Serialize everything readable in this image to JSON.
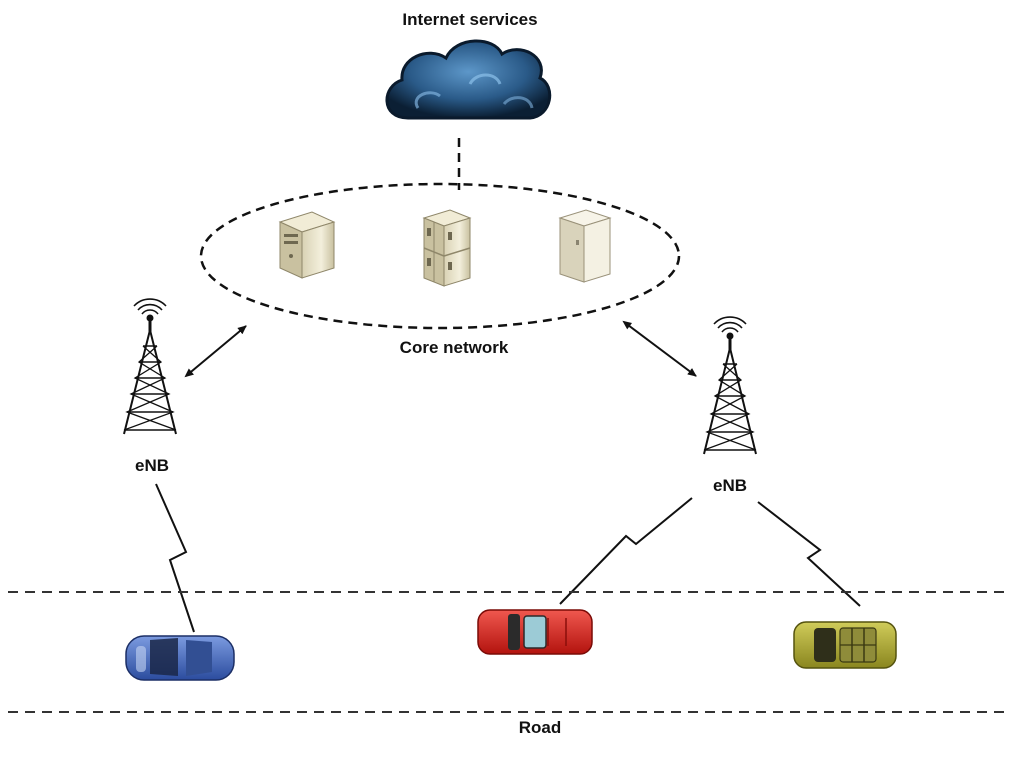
{
  "labels": {
    "internet": "Internet services",
    "core": "Core network",
    "enb_left": "eNB",
    "enb_right": "eNB",
    "road": "Road"
  },
  "colors": {
    "cloud_dark": "#0f2a44",
    "cloud_light": "#4f86b8",
    "car_blue": "#3e64b8",
    "car_red": "#d8231d",
    "car_olive": "#a7a334",
    "server_beige": "#e8e2c8"
  },
  "icons": [
    "cloud-icon",
    "server-icon",
    "server-rack-icon",
    "cabinet-icon",
    "tower-icon",
    "lightning-link-icon",
    "car-icon"
  ]
}
